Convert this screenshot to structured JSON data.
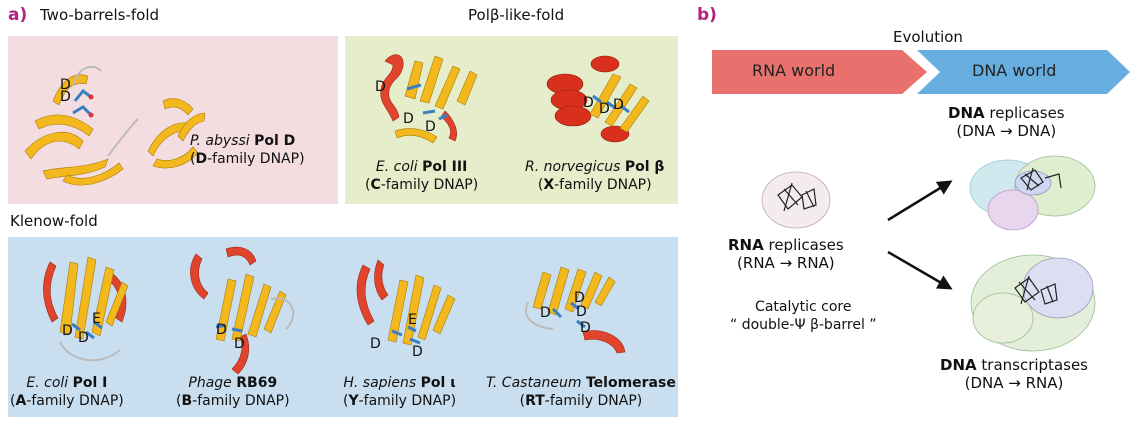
{
  "panel_a": {
    "letter": "a)",
    "two_barrels": {
      "title": "Two-barrels-fold",
      "color": "#f4dde0",
      "caption": {
        "species": "P. abyssi",
        "enzyme": "Pol D",
        "family_bold": "D",
        "family_rest": "-family DNAP"
      }
    },
    "polb": {
      "title": "Polβ-like-fold",
      "color": "#e6edcb",
      "captions": [
        {
          "species": "E. coli",
          "enzyme": "Pol III",
          "family_bold": "C",
          "family_rest": "-family DNAP)"
        },
        {
          "species": "R. norvegicus",
          "enzyme": "Pol β",
          "family_bold": "X",
          "family_rest": "-family DNAP)"
        }
      ]
    },
    "klenow": {
      "title": "Klenow-fold",
      "color": "#c9dff0",
      "captions": [
        {
          "species": "E. coli",
          "enzyme": "Pol I",
          "family_bold": "A",
          "family_rest": "-family DNAP)"
        },
        {
          "species": "Phage",
          "enzyme": "RB69",
          "family_bold": "B",
          "family_rest": "-family DNAP)"
        },
        {
          "species": "H. sapiens",
          "enzyme": "Pol ι",
          "family_bold": "Y",
          "family_rest": "-family DNAP)"
        },
        {
          "species": "T. Castaneum",
          "enzyme": "Telomerase",
          "family_bold": "RT",
          "family_rest": "-family DNAP)"
        }
      ]
    },
    "residue_labels": {
      "d": "D",
      "e": "E"
    }
  },
  "panel_b": {
    "letter": "b)",
    "evolution_label": "Evolution",
    "rna_world": {
      "label": "RNA world",
      "color": "#e8716e"
    },
    "dna_world": {
      "label": "DNA world",
      "color": "#67aee0"
    },
    "dna_replicases": {
      "bold": "DNA",
      "rest": " replicases",
      "line2": "(DNA → DNA)"
    },
    "rna_replicases": {
      "bold": "RNA",
      "rest": " replicases",
      "line2": "(RNA → RNA)"
    },
    "catalytic_core": {
      "line1": "Catalytic core",
      "line2": "“ double-Ψ β-barrel ”"
    },
    "dna_transcriptases": {
      "bold": "DNA",
      "rest": " transcriptases",
      "line2": "(DNA → RNA)"
    }
  }
}
